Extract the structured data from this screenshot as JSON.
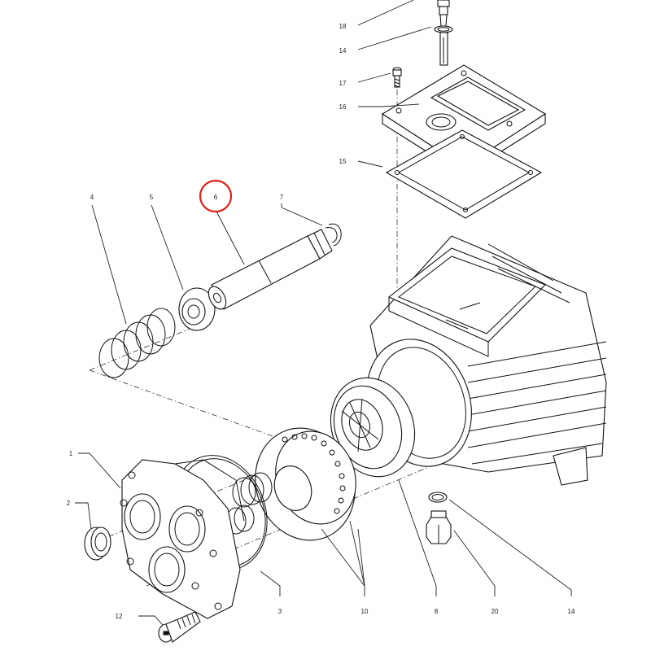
{
  "diagram": {
    "callouts": [
      {
        "id": "c18",
        "text": "18"
      },
      {
        "id": "c14a",
        "text": "14"
      },
      {
        "id": "c17",
        "text": "17"
      },
      {
        "id": "c16",
        "text": "16"
      },
      {
        "id": "c15",
        "text": "15"
      },
      {
        "id": "c4",
        "text": "4"
      },
      {
        "id": "c5",
        "text": "5"
      },
      {
        "id": "c6",
        "text": "6"
      },
      {
        "id": "c7",
        "text": "7"
      },
      {
        "id": "c1",
        "text": "1"
      },
      {
        "id": "c2",
        "text": "2"
      },
      {
        "id": "c12",
        "text": "12"
      },
      {
        "id": "c3",
        "text": "3"
      },
      {
        "id": "c10",
        "text": "10"
      },
      {
        "id": "c8",
        "text": "8"
      },
      {
        "id": "c20",
        "text": "20"
      },
      {
        "id": "c14b",
        "text": "14"
      }
    ],
    "highlighted_callout": "6",
    "highlight_color": "#e0201b",
    "line_color": "#222222"
  }
}
